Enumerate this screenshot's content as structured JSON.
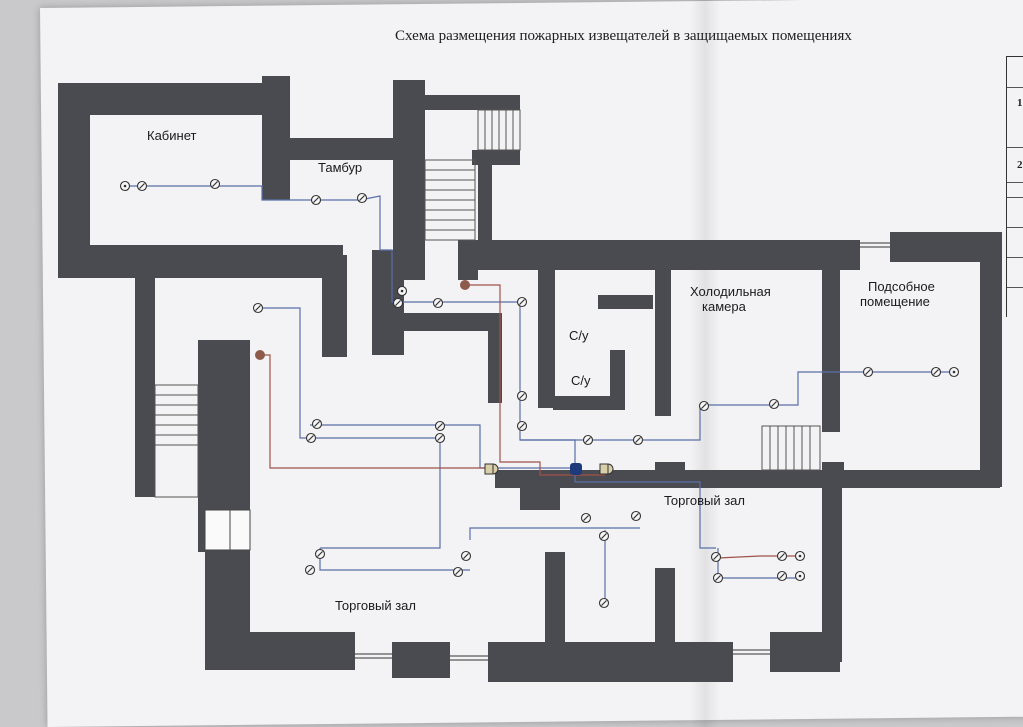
{
  "title": "Схема размещения пожарных извещателей в защищаемых помещениях",
  "rooms": {
    "office": "Кабинет",
    "vestibule": "Тамбур",
    "wc1": "С/у",
    "wc2": "С/у",
    "cold_room_line1": "Холодильная",
    "cold_room_line2": "камера",
    "utility_line1": "Подсобное",
    "utility_line2": "помещение",
    "sales_hall_right": "Торговый зал",
    "sales_hall_main": "Торговый зал"
  },
  "side_table": {
    "row1": "1",
    "row2": "2"
  },
  "colors": {
    "wall": "#4a4b50",
    "loop_blue": "#5a6fa8",
    "loop_red": "#a0524a",
    "paper": "#f3f3f5"
  },
  "icons": [
    "smoke-detector-icon",
    "manual-call-point-icon",
    "fire-control-panel-icon",
    "siren-icon",
    "staircase-icon",
    "window-icon"
  ]
}
